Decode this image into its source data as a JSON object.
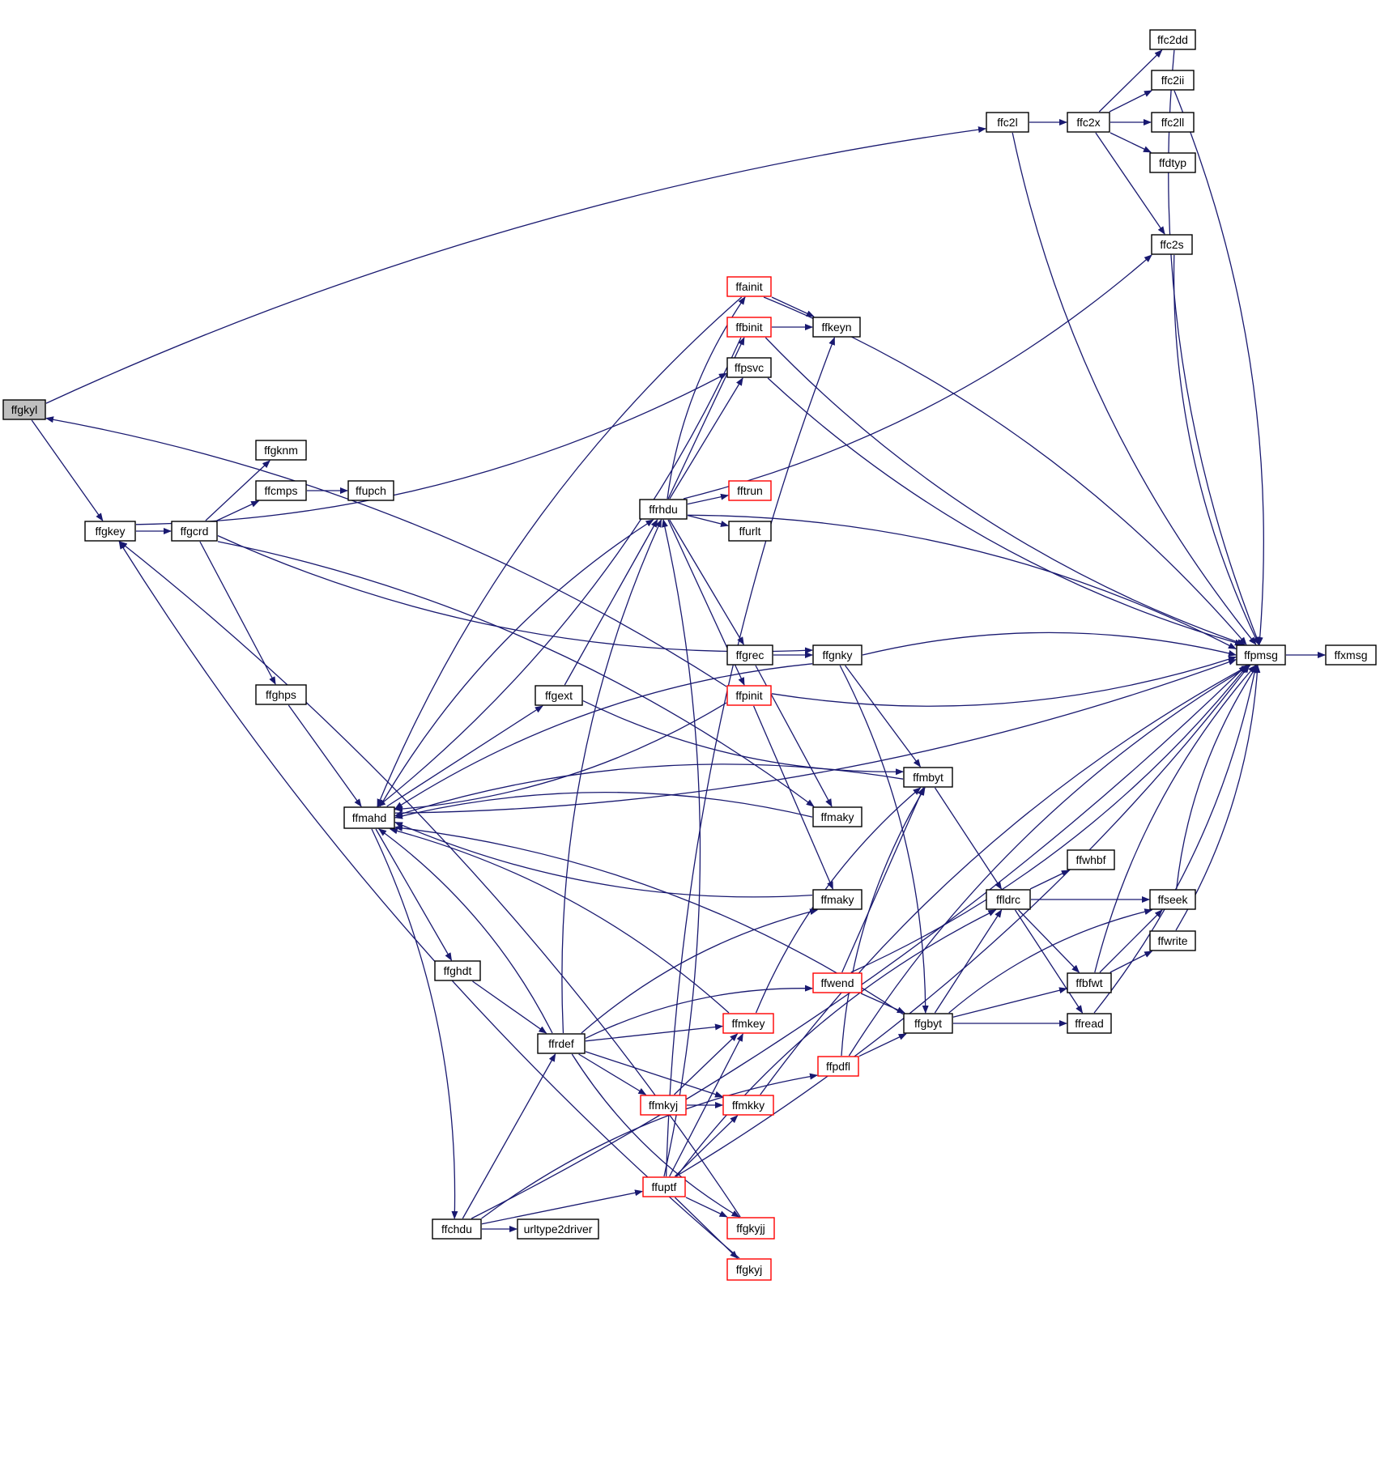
{
  "graph": {
    "colors": {
      "edge": "#191970",
      "node_border": "#000000",
      "truncated_border": "#ff0000",
      "root_fill": "#bfbfbf",
      "node_fill": "#ffffff"
    },
    "root": "ffgkyl",
    "nodes": [
      {
        "id": "ffgkyl",
        "label": "ffgkyl",
        "style": "root"
      },
      {
        "id": "ffgkey",
        "label": "ffgkey",
        "style": "normal"
      },
      {
        "id": "ffgcrd",
        "label": "ffgcrd",
        "style": "normal"
      },
      {
        "id": "ffgknm",
        "label": "ffgknm",
        "style": "normal"
      },
      {
        "id": "ffcmps",
        "label": "ffcmps",
        "style": "normal"
      },
      {
        "id": "ffupch",
        "label": "ffupch",
        "style": "normal"
      },
      {
        "id": "ffghps",
        "label": "ffghps",
        "style": "normal"
      },
      {
        "id": "ffmahd",
        "label": "ffmahd",
        "style": "normal"
      },
      {
        "id": "ffghdt",
        "label": "ffghdt",
        "style": "normal"
      },
      {
        "id": "ffchdu",
        "label": "ffchdu",
        "style": "normal"
      },
      {
        "id": "urltype2driver",
        "label": "urltype2driver",
        "style": "normal"
      },
      {
        "id": "ffgext",
        "label": "ffgext",
        "style": "normal"
      },
      {
        "id": "ffrdef",
        "label": "ffrdef",
        "style": "normal"
      },
      {
        "id": "ffrhdu",
        "label": "ffrhdu",
        "style": "normal"
      },
      {
        "id": "ffainit",
        "label": "ffainit",
        "style": "truncated"
      },
      {
        "id": "ffbinit",
        "label": "ffbinit",
        "style": "truncated"
      },
      {
        "id": "ffpsvc",
        "label": "ffpsvc",
        "style": "normal"
      },
      {
        "id": "fftrun",
        "label": "fftrun",
        "style": "truncated"
      },
      {
        "id": "ffurlt",
        "label": "ffurlt",
        "style": "normal"
      },
      {
        "id": "ffgrec",
        "label": "ffgrec",
        "style": "normal"
      },
      {
        "id": "ffpinit",
        "label": "ffpinit",
        "style": "truncated"
      },
      {
        "id": "ffmkey",
        "label": "ffmkey",
        "style": "truncated"
      },
      {
        "id": "ffmkyj",
        "label": "ffmkyj",
        "style": "truncated"
      },
      {
        "id": "ffmkky",
        "label": "ffmkky",
        "style": "truncated"
      },
      {
        "id": "ffuptf",
        "label": "ffuptf",
        "style": "truncated"
      },
      {
        "id": "ffgkyjj",
        "label": "ffgkyjj",
        "style": "truncated"
      },
      {
        "id": "ffgkyj",
        "label": "ffgkyj",
        "style": "truncated"
      },
      {
        "id": "ffkeyn",
        "label": "ffkeyn",
        "style": "normal"
      },
      {
        "id": "ffgnky",
        "label": "ffgnky",
        "style": "normal"
      },
      {
        "id": "ffmaky1",
        "label": "ffmaky",
        "style": "normal"
      },
      {
        "id": "ffmaky2",
        "label": "ffmaky",
        "style": "normal"
      },
      {
        "id": "ffwend",
        "label": "ffwend",
        "style": "truncated"
      },
      {
        "id": "ffpdfl",
        "label": "ffpdfl",
        "style": "truncated"
      },
      {
        "id": "ffmbyt",
        "label": "ffmbyt",
        "style": "normal"
      },
      {
        "id": "ffgbyt",
        "label": "ffgbyt",
        "style": "normal"
      },
      {
        "id": "ffc2l",
        "label": "ffc2l",
        "style": "normal"
      },
      {
        "id": "ffc2x",
        "label": "ffc2x",
        "style": "normal"
      },
      {
        "id": "ffldrc",
        "label": "ffldrc",
        "style": "normal"
      },
      {
        "id": "ffwhbf",
        "label": "ffwhbf",
        "style": "normal"
      },
      {
        "id": "ffbfwt",
        "label": "ffbfwt",
        "style": "normal"
      },
      {
        "id": "ffread",
        "label": "ffread",
        "style": "normal"
      },
      {
        "id": "ffc2dd",
        "label": "ffc2dd",
        "style": "normal"
      },
      {
        "id": "ffc2ii",
        "label": "ffc2ii",
        "style": "normal"
      },
      {
        "id": "ffc2ll",
        "label": "ffc2ll",
        "style": "normal"
      },
      {
        "id": "ffdtyp",
        "label": "ffdtyp",
        "style": "normal"
      },
      {
        "id": "ffc2s",
        "label": "ffc2s",
        "style": "normal"
      },
      {
        "id": "ffseek",
        "label": "ffseek",
        "style": "normal"
      },
      {
        "id": "ffwrite",
        "label": "ffwrite",
        "style": "normal"
      },
      {
        "id": "ffpmsg",
        "label": "ffpmsg",
        "style": "normal"
      },
      {
        "id": "ffxmsg",
        "label": "ffxmsg",
        "style": "normal"
      }
    ],
    "edges": [
      {
        "from": "ffgkyl",
        "to": "ffc2l"
      },
      {
        "from": "ffgkyl",
        "to": "ffgkey"
      },
      {
        "from": "ffgkey",
        "to": "ffgcrd"
      },
      {
        "from": "ffgkey",
        "to": "ffpsvc"
      },
      {
        "from": "ffgcrd",
        "to": "ffgknm"
      },
      {
        "from": "ffgcrd",
        "to": "ffcmps"
      },
      {
        "from": "ffgcrd",
        "to": "ffghps"
      },
      {
        "from": "ffgcrd",
        "to": "ffgnky"
      },
      {
        "from": "ffgcrd",
        "to": "ffmaky1"
      },
      {
        "from": "ffcmps",
        "to": "ffupch"
      },
      {
        "from": "ffghps",
        "to": "ffmahd"
      },
      {
        "from": "ffmahd",
        "to": "ffgext"
      },
      {
        "from": "ffmahd",
        "to": "ffrhdu"
      },
      {
        "from": "ffmahd",
        "to": "ffghdt"
      },
      {
        "from": "ffmahd",
        "to": "ffchdu"
      },
      {
        "from": "ffmahd",
        "to": "ffpmsg"
      },
      {
        "from": "ffghdt",
        "to": "ffrdef"
      },
      {
        "from": "ffchdu",
        "to": "urltype2driver"
      },
      {
        "from": "ffchdu",
        "to": "ffrdef"
      },
      {
        "from": "ffchdu",
        "to": "ffuptf"
      },
      {
        "from": "ffchdu",
        "to": "ffpdfl"
      },
      {
        "from": "ffchdu",
        "to": "ffpmsg"
      },
      {
        "from": "ffgext",
        "to": "ffrhdu"
      },
      {
        "from": "ffgext",
        "to": "ffmbyt"
      },
      {
        "from": "ffrdef",
        "to": "ffrhdu"
      },
      {
        "from": "ffrdef",
        "to": "ffmkey"
      },
      {
        "from": "ffrdef",
        "to": "ffmkyj"
      },
      {
        "from": "ffrdef",
        "to": "ffmkky"
      },
      {
        "from": "ffrdef",
        "to": "ffwend"
      },
      {
        "from": "ffrdef",
        "to": "ffgkyjj"
      },
      {
        "from": "ffrdef",
        "to": "ffmaky2"
      },
      {
        "from": "ffrdef",
        "to": "ffmahd"
      },
      {
        "from": "ffrhdu",
        "to": "ffainit"
      },
      {
        "from": "ffrhdu",
        "to": "ffbinit"
      },
      {
        "from": "ffrhdu",
        "to": "ffpsvc"
      },
      {
        "from": "ffrhdu",
        "to": "fftrun"
      },
      {
        "from": "ffrhdu",
        "to": "ffurlt"
      },
      {
        "from": "ffrhdu",
        "to": "ffgrec"
      },
      {
        "from": "ffrhdu",
        "to": "ffpinit"
      },
      {
        "from": "ffrhdu",
        "to": "ffc2s"
      },
      {
        "from": "ffrhdu",
        "to": "ffpmsg"
      },
      {
        "from": "ffainit",
        "to": "ffkeyn"
      },
      {
        "from": "ffainit",
        "to": "ffpmsg"
      },
      {
        "from": "ffainit",
        "to": "ffmahd"
      },
      {
        "from": "ffbinit",
        "to": "ffkeyn"
      },
      {
        "from": "ffbinit",
        "to": "ffpmsg"
      },
      {
        "from": "ffbinit",
        "to": "ffmahd"
      },
      {
        "from": "ffpsvc",
        "to": "ffpmsg"
      },
      {
        "from": "ffgrec",
        "to": "ffgnky"
      },
      {
        "from": "ffgrec",
        "to": "ffmaky1"
      },
      {
        "from": "ffpinit",
        "to": "ffmahd"
      },
      {
        "from": "ffpinit",
        "to": "ffpmsg"
      },
      {
        "from": "ffpinit",
        "to": "ffmaky2"
      },
      {
        "from": "ffpinit",
        "to": "ffgkyl"
      },
      {
        "from": "ffmkey",
        "to": "ffmbyt"
      },
      {
        "from": "ffmkey",
        "to": "ffmahd"
      },
      {
        "from": "ffmkyj",
        "to": "ffmkey"
      },
      {
        "from": "ffmkyj",
        "to": "ffmkky"
      },
      {
        "from": "ffmkky",
        "to": "ffpmsg"
      },
      {
        "from": "ffuptf",
        "to": "ffmkey"
      },
      {
        "from": "ffuptf",
        "to": "ffmkky"
      },
      {
        "from": "ffuptf",
        "to": "ffgkyjj"
      },
      {
        "from": "ffuptf",
        "to": "ffgkyj"
      },
      {
        "from": "ffuptf",
        "to": "ffpmsg"
      },
      {
        "from": "ffuptf",
        "to": "ffkeyn"
      },
      {
        "from": "ffuptf",
        "to": "ffrhdu"
      },
      {
        "from": "ffuptf",
        "to": "ffldrc"
      },
      {
        "from": "ffgkyjj",
        "to": "ffgkey"
      },
      {
        "from": "ffgkyj",
        "to": "ffgkey"
      },
      {
        "from": "ffgnky",
        "to": "ffmahd"
      },
      {
        "from": "ffgnky",
        "to": "ffpmsg"
      },
      {
        "from": "ffgnky",
        "to": "ffmbyt"
      },
      {
        "from": "ffgnky",
        "to": "ffgbyt"
      },
      {
        "from": "ffmaky1",
        "to": "ffmahd"
      },
      {
        "from": "ffmaky2",
        "to": "ffmahd"
      },
      {
        "from": "ffwend",
        "to": "ffmbyt"
      },
      {
        "from": "ffwend",
        "to": "ffgbyt"
      },
      {
        "from": "ffwend",
        "to": "ffpmsg"
      },
      {
        "from": "ffpdfl",
        "to": "ffmbyt"
      },
      {
        "from": "ffpdfl",
        "to": "ffgbyt"
      },
      {
        "from": "ffpdfl",
        "to": "ffpmsg"
      },
      {
        "from": "ffmbyt",
        "to": "ffmahd"
      },
      {
        "from": "ffmbyt",
        "to": "ffldrc"
      },
      {
        "from": "ffgbyt",
        "to": "ffldrc"
      },
      {
        "from": "ffgbyt",
        "to": "ffseek"
      },
      {
        "from": "ffgbyt",
        "to": "ffbfwt"
      },
      {
        "from": "ffgbyt",
        "to": "ffread"
      },
      {
        "from": "ffgbyt",
        "to": "ffmahd"
      },
      {
        "from": "ffc2l",
        "to": "ffc2x"
      },
      {
        "from": "ffc2l",
        "to": "ffpmsg"
      },
      {
        "from": "ffc2x",
        "to": "ffc2dd"
      },
      {
        "from": "ffc2x",
        "to": "ffc2ii"
      },
      {
        "from": "ffc2x",
        "to": "ffc2ll"
      },
      {
        "from": "ffc2x",
        "to": "ffdtyp"
      },
      {
        "from": "ffc2x",
        "to": "ffc2s"
      },
      {
        "from": "ffc2dd",
        "to": "ffpmsg"
      },
      {
        "from": "ffc2ii",
        "to": "ffpmsg"
      },
      {
        "from": "ffc2s",
        "to": "ffpmsg"
      },
      {
        "from": "ffldrc",
        "to": "ffwhbf"
      },
      {
        "from": "ffldrc",
        "to": "ffseek"
      },
      {
        "from": "ffldrc",
        "to": "ffbfwt"
      },
      {
        "from": "ffldrc",
        "to": "ffread"
      },
      {
        "from": "ffbfwt",
        "to": "ffseek"
      },
      {
        "from": "ffbfwt",
        "to": "ffwrite"
      },
      {
        "from": "ffbfwt",
        "to": "ffpmsg"
      },
      {
        "from": "ffread",
        "to": "ffpmsg"
      },
      {
        "from": "ffseek",
        "to": "ffpmsg"
      },
      {
        "from": "ffwrite",
        "to": "ffpmsg"
      },
      {
        "from": "ffpmsg",
        "to": "ffxmsg"
      }
    ]
  }
}
